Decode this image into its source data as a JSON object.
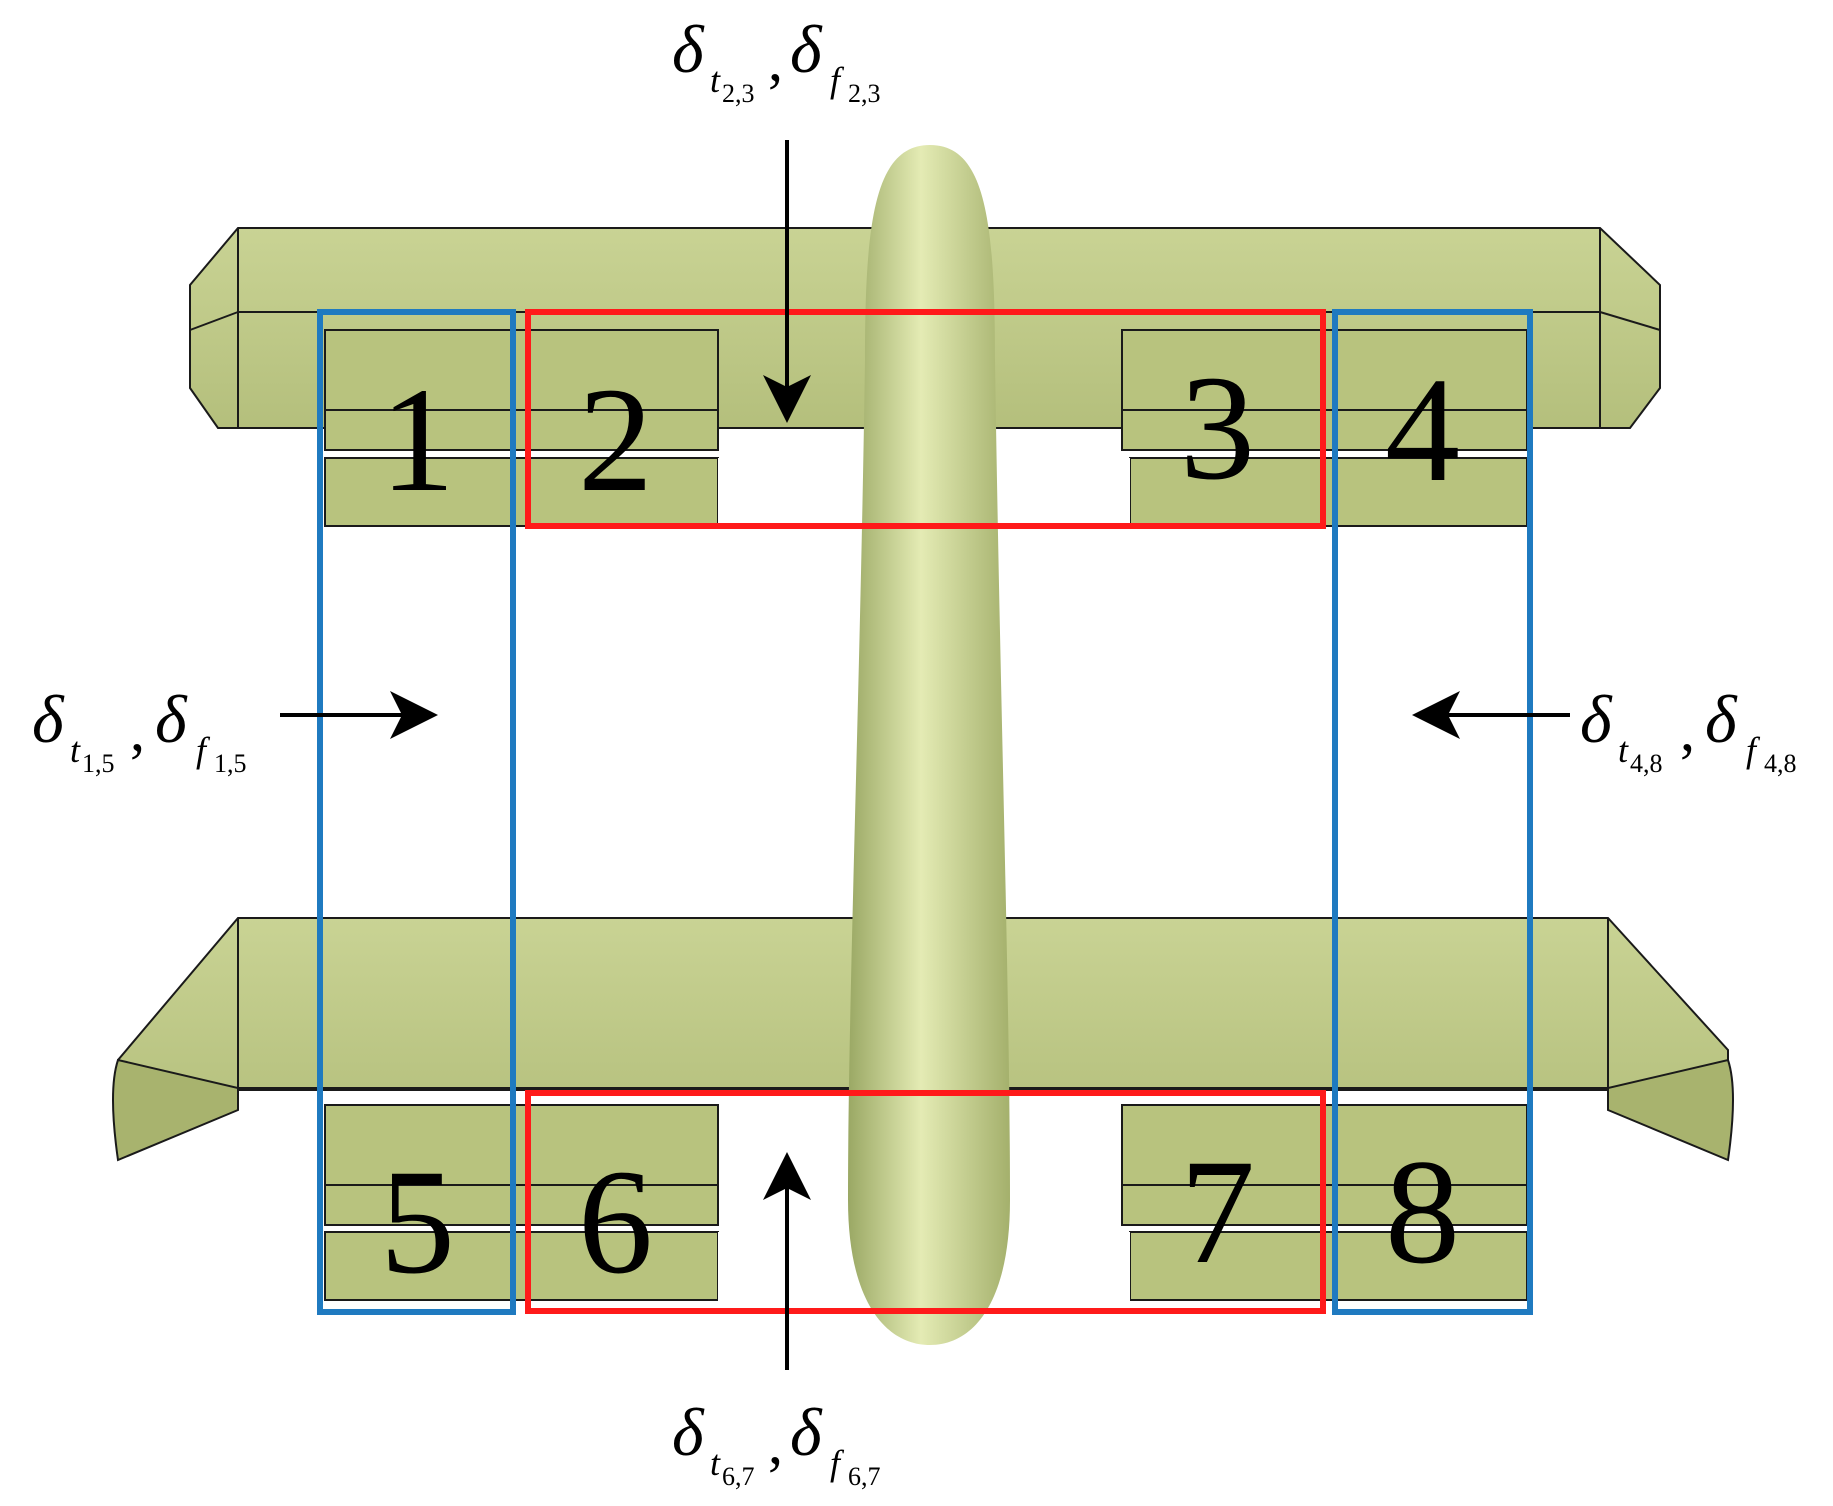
{
  "regions": [
    {
      "id": "1",
      "group": "blue"
    },
    {
      "id": "2",
      "group": "red"
    },
    {
      "id": "3",
      "group": "red"
    },
    {
      "id": "4",
      "group": "blue"
    },
    {
      "id": "5",
      "group": "blue"
    },
    {
      "id": "6",
      "group": "red"
    },
    {
      "id": "7",
      "group": "red"
    },
    {
      "id": "8",
      "group": "blue"
    }
  ],
  "labels": {
    "top": {
      "delta": "δ",
      "sub_t": "t",
      "sub_f": "f",
      "pair": "2,3"
    },
    "left": {
      "delta": "δ",
      "sub_t": "t",
      "sub_f": "f",
      "pair": "1,5"
    },
    "right": {
      "delta": "δ",
      "sub_t": "t",
      "sub_f": "f",
      "pair": "4,8"
    },
    "bottom": {
      "delta": "δ",
      "sub_t": "t",
      "sub_f": "f",
      "pair": "6,7"
    }
  },
  "colors": {
    "airframe": "#c6d08e",
    "airframe_dark": "#9aa864",
    "blue_box": "#1f7ac0",
    "red_box": "#ff1a1a",
    "arrow": "#000000"
  }
}
